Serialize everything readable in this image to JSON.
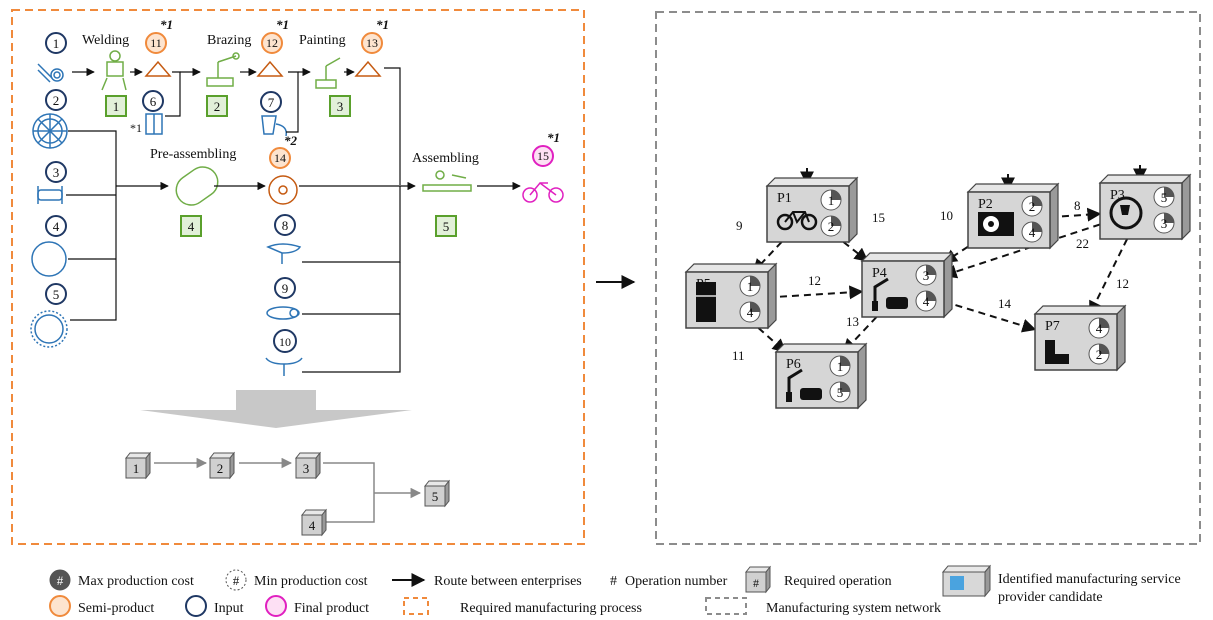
{
  "left_panel": {
    "inputs": [
      "1",
      "2",
      "3",
      "4",
      "5",
      "6",
      "7",
      "8",
      "9",
      "10"
    ],
    "semi_products": [
      "11",
      "12",
      "13",
      "14"
    ],
    "final_product": "15",
    "operation_labels": {
      "welding": "Welding",
      "brazing": "Brazing",
      "painting": "Painting",
      "pre_assembling": "Pre-assembling",
      "assembling": "Assembling"
    },
    "operation_numbers": [
      "1",
      "2",
      "3",
      "4",
      "5"
    ],
    "marks": {
      "star1": "*1",
      "star2": "*2",
      "note_6": "*1"
    },
    "process_sequence": [
      "1",
      "2",
      "3",
      "4",
      "5"
    ]
  },
  "right_panel": {
    "enterprises": [
      {
        "id": "p1",
        "name": "P1",
        "ops": [
          "1",
          "2"
        ],
        "icon": "bicycle-icon"
      },
      {
        "id": "p2",
        "name": "P2",
        "ops": [
          "2",
          "4"
        ],
        "icon": "air-conditioner-icon"
      },
      {
        "id": "p3",
        "name": "P3",
        "ops": [
          "5",
          "3"
        ],
        "icon": "plug-icon"
      },
      {
        "id": "p4",
        "name": "P4",
        "ops": [
          "3",
          "4"
        ],
        "icon": "robot-arm-icon"
      },
      {
        "id": "p5",
        "name": "P5",
        "ops": [
          "1",
          "4"
        ],
        "icon": "refrigerator-icon"
      },
      {
        "id": "p6",
        "name": "P6",
        "ops": [
          "1",
          "5"
        ],
        "icon": "robot-arm-icon"
      },
      {
        "id": "p7",
        "name": "P7",
        "ops": [
          "4",
          "2"
        ],
        "icon": "pipe-icon"
      }
    ],
    "routes": [
      {
        "from": "P1",
        "to": "P5",
        "label": "9"
      },
      {
        "from": "P1",
        "to": "P4",
        "label": "15"
      },
      {
        "from": "P2",
        "to": "P4",
        "label": "10"
      },
      {
        "from": "P2",
        "to": "P3",
        "label": "8"
      },
      {
        "from": "P3",
        "to": "P4",
        "label": "22"
      },
      {
        "from": "P3",
        "to": "P7",
        "label": "12"
      },
      {
        "from": "P5",
        "to": "P4",
        "label": "12"
      },
      {
        "from": "P4",
        "to": "P7",
        "label": "14"
      },
      {
        "from": "P4",
        "to": "P6",
        "label": "13"
      },
      {
        "from": "P5",
        "to": "P6",
        "label": "11"
      }
    ]
  },
  "legend": {
    "max_cost": "Max production cost",
    "min_cost": "Min production cost",
    "route": "Route between enterprises",
    "op_number": "Operation number",
    "required_op": "Required operation",
    "identified_1": "Identified manufacturing service",
    "identified_2": "provider candidate",
    "semi_product": "Semi-product",
    "input": "Input",
    "final_product": "Final product",
    "required_process": "Required manufacturing process",
    "system_network": "Manufacturing system network",
    "hash": "#"
  },
  "colors": {
    "input_ring": "#1f3864",
    "semi_ring": "#f08a3c",
    "semi_fill": "#fde4cf",
    "final_ring": "#e020c0",
    "op_green": "#5aa02c",
    "icon_green": "#70ad47",
    "icon_blue": "#2e75b6",
    "icon_orange": "#c55a11",
    "dash_orange": "#f08a3c",
    "dash_gray": "#8c8c8c",
    "box_gray": "#d0d0d0"
  }
}
